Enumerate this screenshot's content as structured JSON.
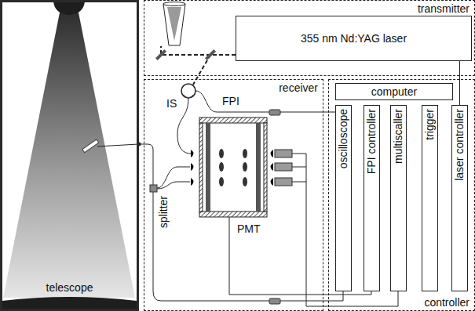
{
  "diagram": {
    "nodes": [
      {
        "text": [
          "telescope"
        ]
      },
      {
        "text": [
          "transmitter"
        ]
      },
      {
        "text": [
          "355 nm Nd:YAG laser"
        ],
        "in": 1
      },
      {
        "text": [
          "receiver"
        ]
      },
      {
        "text": [
          "controller"
        ]
      },
      {
        "text": [
          "computer"
        ],
        "in": 4
      },
      {
        "text": [
          "oscilloscope"
        ],
        "in": 4
      },
      {
        "text": [
          "FPI controller"
        ],
        "in": 4
      },
      {
        "text": [
          "multiscaller"
        ],
        "in": 4
      },
      {
        "text": [
          "trigger"
        ],
        "in": 4
      },
      {
        "text": [
          "laser controller"
        ],
        "in": 4
      }
    ],
    "edges": [
      {
        "from": 10,
        "to": 2,
        "arrow": "none"
      }
    ],
    "labels": [
      "IS",
      "FPI",
      "PMT",
      "splitter"
    ]
  }
}
